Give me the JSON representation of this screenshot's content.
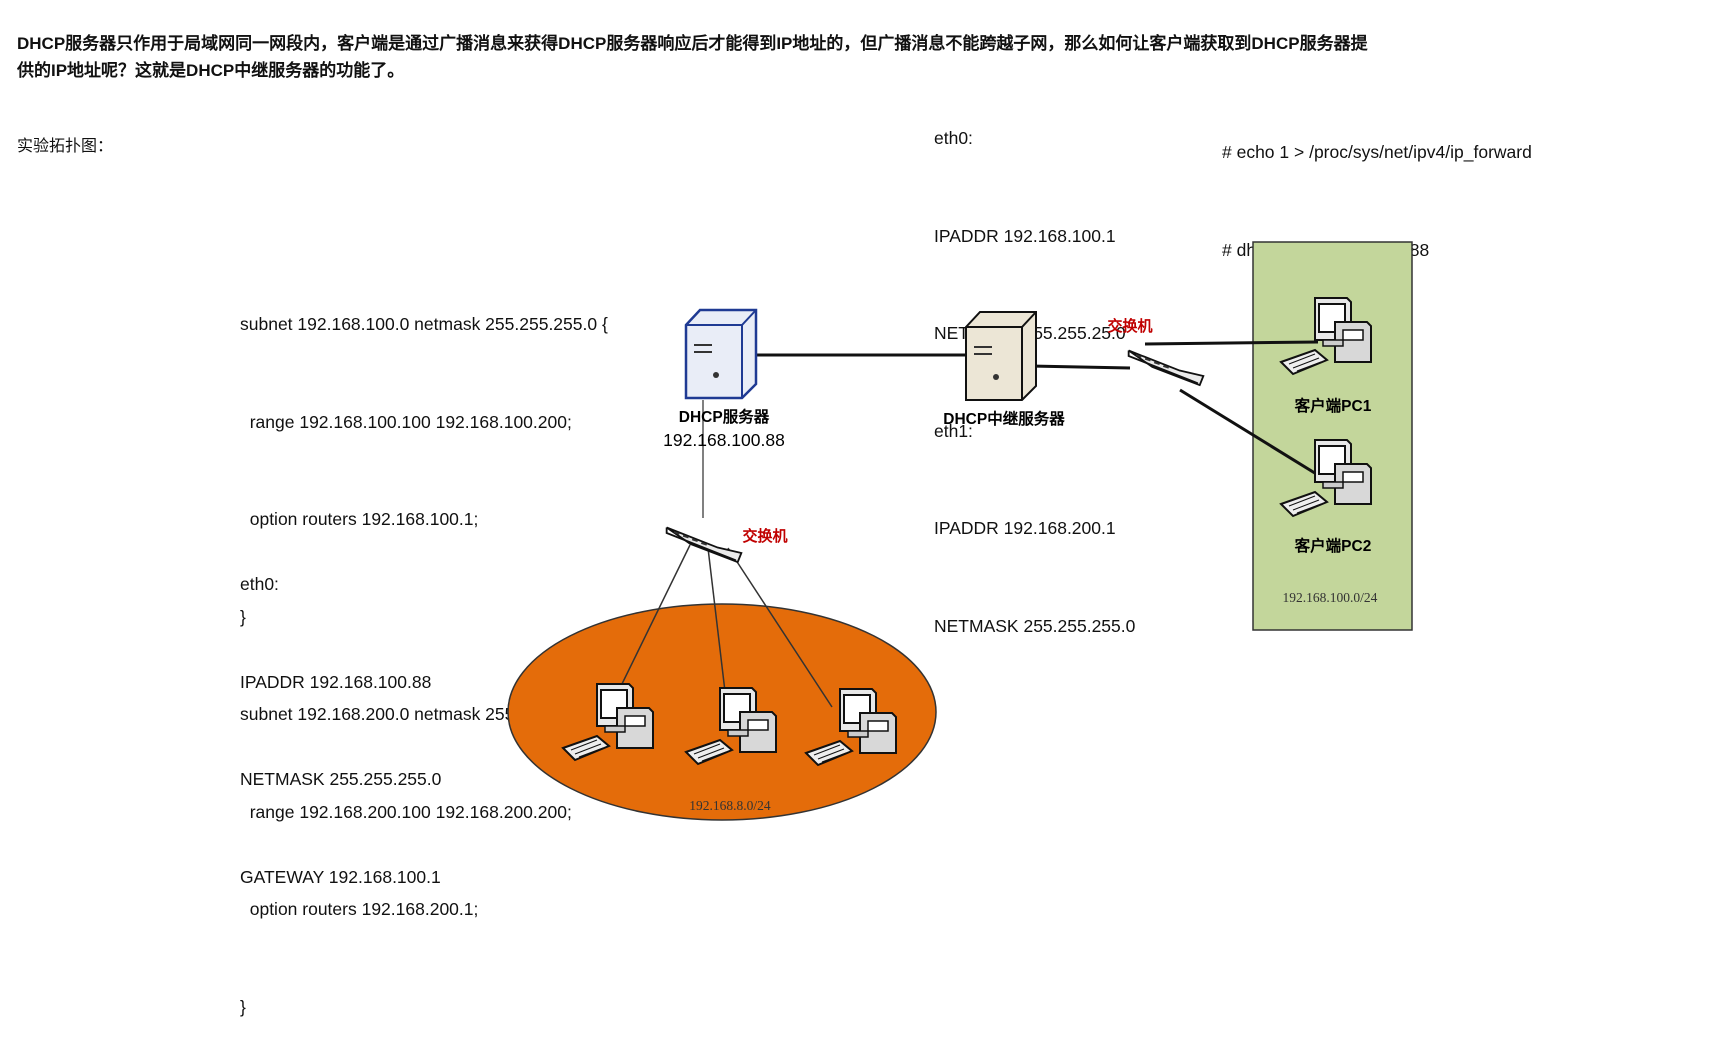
{
  "intro": {
    "line1": "DHCP服务器只作用于局域网同一网段内，客户端是通过广播消息来获得DHCP服务器响应后才能得到IP地址的，但广播消息不能跨越子网，那么如何让客户端获取到DHCP服务器提",
    "line2": "供的IP地址呢？这就是DHCP中继服务器的功能了。"
  },
  "caption": "实验拓扑图：",
  "relay_config": [
    "eth0:",
    "IPADDR 192.168.100.1",
    "NETMASK 255.255.25.0",
    "eth1:",
    "IPADDR 192.168.200.1",
    "NETMASK 255.255.255.0"
  ],
  "relay_commands": [
    "# echo 1 > /proc/sys/net/ipv4/ip_forward",
    "# dhcrelay 192.168.100.88"
  ],
  "dhcpd_config": [
    "subnet 192.168.100.0 netmask 255.255.255.0 {",
    "  range 192.168.100.100 192.168.100.200;",
    "  option routers 192.168.100.1;",
    "}",
    "subnet 192.168.200.0 netmask 255.255.255.0 {",
    "  range 192.168.200.100 192.168.200.200;",
    "  option routers 192.168.200.1;",
    "}"
  ],
  "server_eth0": [
    "eth0:",
    "IPADDR 192.168.100.88",
    "NETMASK 255.255.255.0",
    "GATEWAY 192.168.100.1"
  ],
  "diagram": {
    "dhcp_server_label": "DHCP服务器",
    "dhcp_server_ip": "192.168.100.88",
    "relay_label": "DHCP中继服务器",
    "switch_top_label": "交换机",
    "switch_bottom_label": "交换机",
    "client1_label": "客户端PC1",
    "client2_label": "客户端PC2",
    "right_subnet": "192.168.100.0/24",
    "bottom_subnet": "192.168.8.0/24"
  },
  "colors": {
    "subnet_box_fill": "#c3d69b",
    "ellipse_fill": "#e46c0a",
    "switch_label": "#c00000",
    "server_border": "#1f3a93"
  }
}
